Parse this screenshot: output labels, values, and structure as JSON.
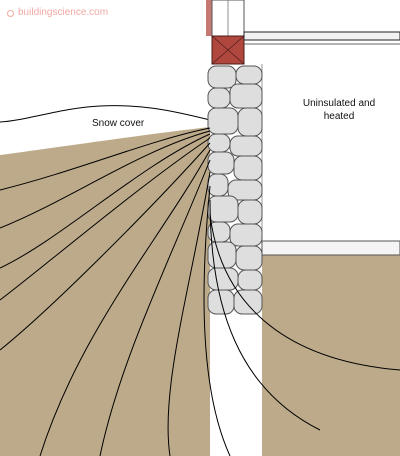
{
  "credit": "buildingscience.com",
  "labels": {
    "snow_cover": "Snow cover",
    "interior": "Uninsulated and heated"
  },
  "colors": {
    "soil": "#bdaa8a",
    "stone": "#dedede",
    "stone_outline": "#555555",
    "brick": "#b0473f",
    "siding": "#c47a73",
    "line": "#000000",
    "credit": "#f2a9a4"
  }
}
